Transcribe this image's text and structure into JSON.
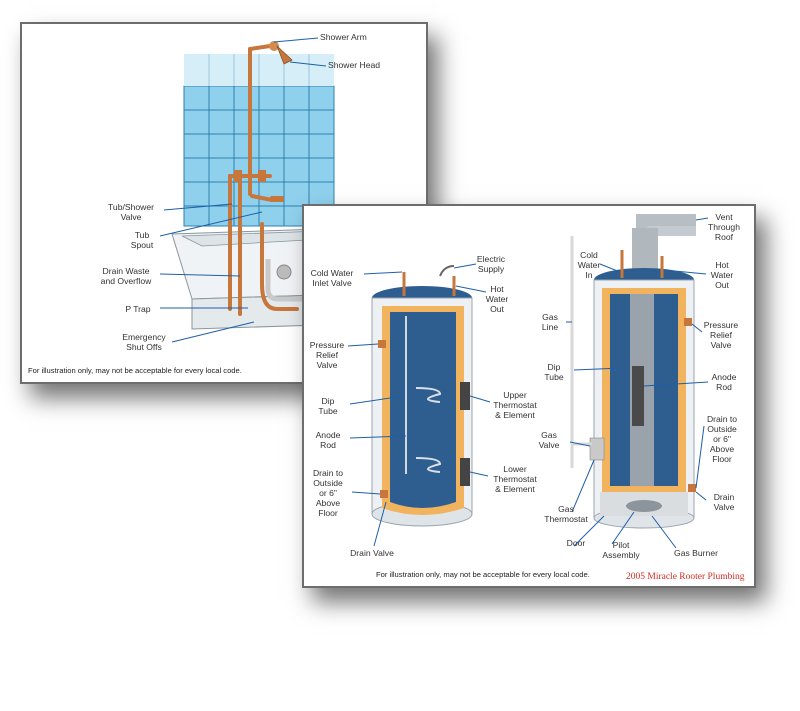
{
  "colors": {
    "copper": "#c7763c",
    "tank_blue": "#2e5d8f",
    "insulation": "#f1b35d",
    "tile": "#7fc6e6",
    "leader": "#1f5fa8",
    "credit": "#d42a24"
  },
  "shower": {
    "labels": {
      "shower_arm": "Shower Arm",
      "shower_head": "Shower Head",
      "tub_shower_valve": "Tub/Shower\nValve",
      "tub_spout": "Tub\nSpout",
      "drain_waste": "Drain Waste\nand Overflow",
      "p_trap": "P Trap",
      "emergency_shutoffs": "Emergency\nShut Offs"
    },
    "footnote": "For illustration only, may not be acceptable for every local code."
  },
  "heater": {
    "electric_labels": {
      "cold_water_inlet": "Cold Water\nInlet Valve",
      "electric_supply": "Electric\nSupply",
      "hot_water_out": "Hot\nWater\nOut",
      "pressure_relief": "Pressure\nRelief\nValve",
      "dip_tube": "Dip\nTube",
      "upper_thermostat": "Upper\nThermostat\n& Element",
      "anode_rod": "Anode\nRod",
      "lower_thermostat": "Lower\nThermostat\n& Element",
      "drain_to_outside": "Drain to\nOutside\nor 6\"\nAbove\nFloor",
      "drain_valve": "Drain Valve"
    },
    "gas_labels": {
      "vent": "Vent\nThrough\nRoof",
      "cold_water_in": "Cold\nWater\nIn",
      "hot_water_out": "Hot\nWater\nOut",
      "gas_line": "Gas\nLine",
      "pressure_relief": "Pressure\nRelief\nValve",
      "dip_tube": "Dip\nTube",
      "anode_rod": "Anode\nRod",
      "gas_valve": "Gas\nValve",
      "drain_to_outside": "Drain to\nOutside\nor 6\"\nAbove\nFloor",
      "drain_valve": "Drain\nValve",
      "gas_thermostat": "Gas\nThermostat",
      "door": "Door",
      "pilot_assembly": "Pilot\nAssembly",
      "gas_burner": "Gas Burner"
    },
    "footnote": "For illustration only, may not be acceptable for every local code.",
    "credit": "2005 Miracle Rooter Plumbing"
  }
}
